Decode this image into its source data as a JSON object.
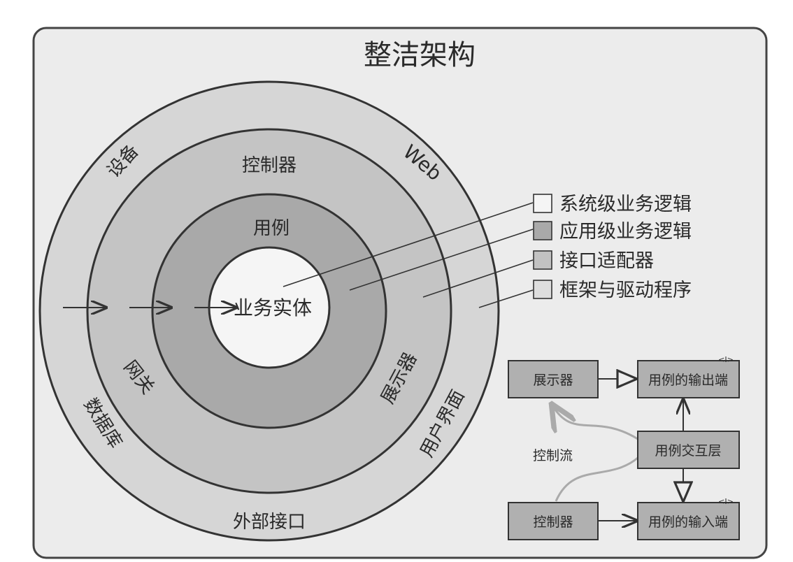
{
  "title": "整洁架构",
  "rings": {
    "entities": "业务实体",
    "use_cases": "用例",
    "controllers": "控制器",
    "gateways": "网关",
    "presenters": "展示器",
    "devices": "设备",
    "web": "Web",
    "db": "数据库",
    "ui": "用户界面",
    "external": "外部接口"
  },
  "legend": [
    {
      "label": "系统级业务逻辑",
      "color": "#f5f5f5"
    },
    {
      "label": "应用级业务逻辑",
      "color": "#a9a9a9"
    },
    {
      "label": "接口适配器",
      "color": "#c2c2c2"
    },
    {
      "label": "框架与驱动程序",
      "color": "#dedede"
    }
  ],
  "flow": {
    "presenter": "展示器",
    "output_port": "用例的输出端",
    "interactor": "用例交互层",
    "controller": "控制器",
    "input_port": "用例的输入端",
    "control_flow": "控制流",
    "interface_marker": "<I>"
  },
  "colors": {
    "outer_ring": "#d6d6d6",
    "adapter_ring": "#c4c4c4",
    "usecase_ring": "#a9a9a9",
    "entity_core": "#f5f5f5",
    "box_fill": "#b0b0b0"
  }
}
